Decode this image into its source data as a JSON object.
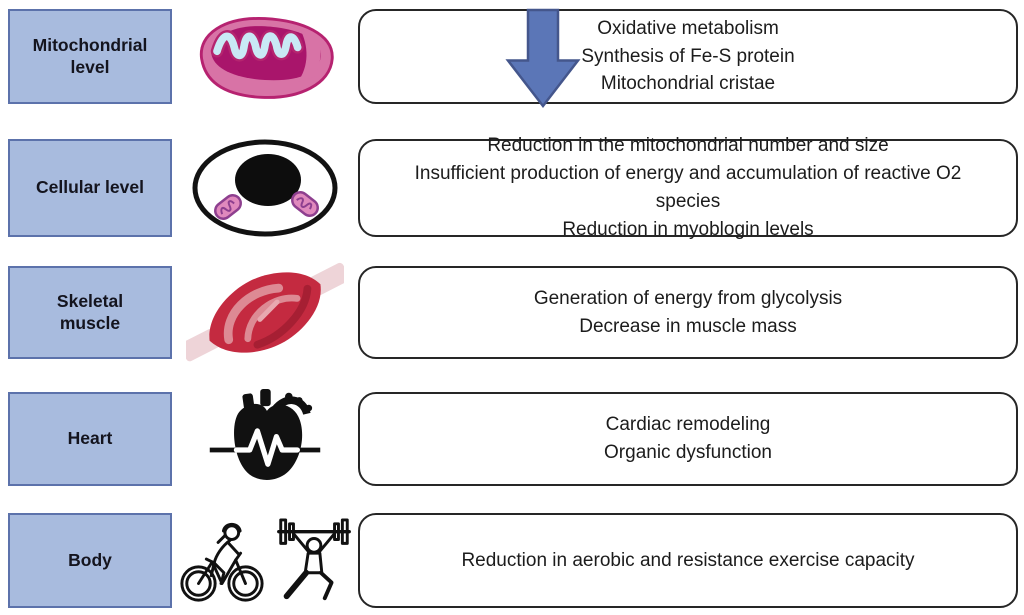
{
  "rows": [
    {
      "label": "Mitochondrial level",
      "icon": "mitochondrion",
      "effects": [
        "Oxidative metabolism",
        "Synthesis of Fe-S protein",
        "Mitochondrial cristae"
      ]
    },
    {
      "label": "Cellular level",
      "icon": "cell",
      "effects": [
        "Reduction in the mitochondrial number and size",
        "Insufficient production of energy and accumulation of reactive O2 species",
        "Reduction in myoblogin levels"
      ]
    },
    {
      "label": "Skeletal muscle",
      "icon": "skeletal-muscle",
      "effects": [
        "Generation of energy from glycolysis",
        "Decrease in muscle mass"
      ]
    },
    {
      "label": "Heart",
      "icon": "heart",
      "effects": [
        "Cardiac remodeling",
        "Organic dysfunction"
      ]
    },
    {
      "label": "Body",
      "icon": "cyclist-and-weightlifter",
      "effects": [
        "Reduction in aerobic and resistance exercise capacity"
      ]
    }
  ],
  "arrow": {
    "direction": "down",
    "meaning": "decrease"
  },
  "colors": {
    "label_fill": "#a8bbde",
    "label_border": "#5c72ab",
    "box_border": "#262626",
    "arrow_fill": "#5b76b7",
    "arrow_border": "#44568c",
    "mitochondrion_pink": "#d873a6",
    "mitochondrion_inner": "#a9156b",
    "cristae_blue": "#c9e9f5",
    "muscle_red": "#c42a40",
    "muscle_light": "#dd8a94",
    "tendon_pink": "#eed4d8"
  }
}
